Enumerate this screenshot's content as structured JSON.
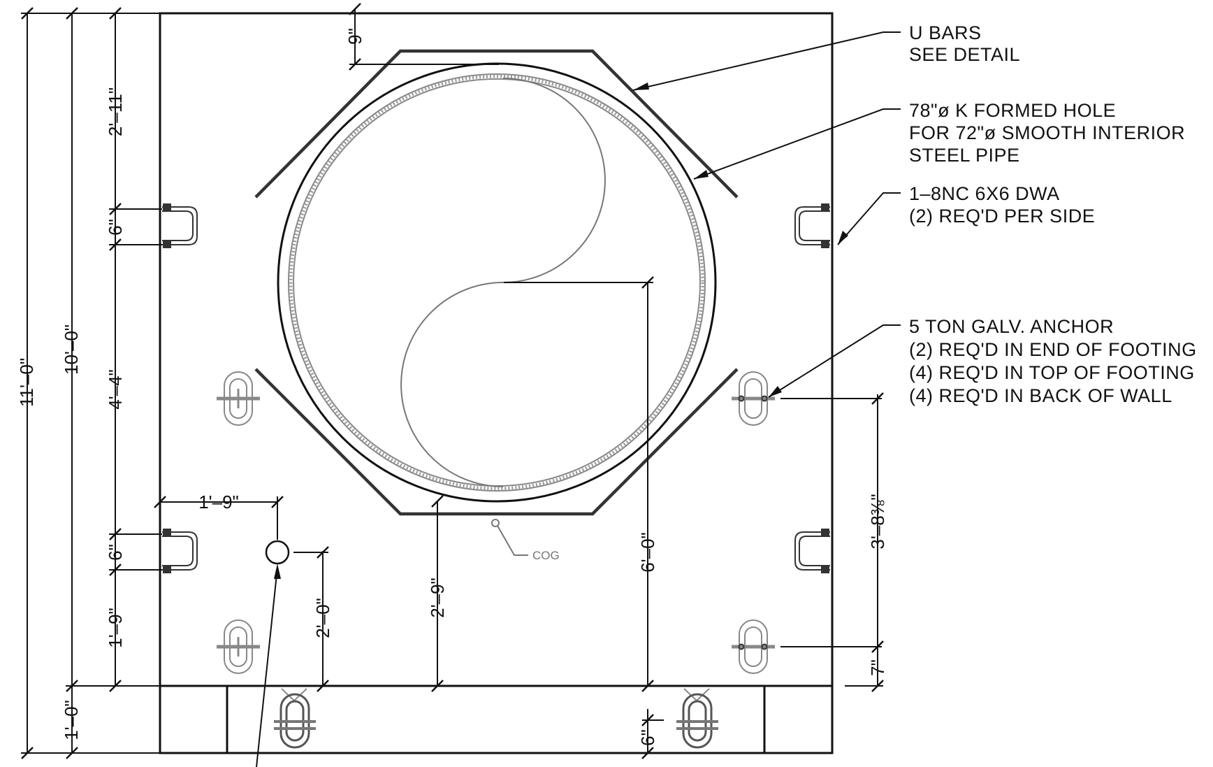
{
  "notes": {
    "u_bars": [
      "U  BARS",
      "SEE  DETAIL"
    ],
    "formed_hole": [
      "78\"ø  K  FORMED  HOLE",
      "FOR  72\"ø  SMOOTH  INTERIOR",
      "STEEL  PIPE"
    ],
    "dwa": [
      "1–8NC  6X6  DWA",
      "(2)  REQ'D  PER  SIDE"
    ],
    "anchor": [
      "5  TON  GALV.  ANCHOR",
      "(2)  REQ'D  IN  END  OF  FOOTING",
      "(4)  REQ'D  IN  TOP  OF  FOOTING",
      "(4)  REQ'D  IN  BACK  OF  WALL"
    ],
    "cog": "COG"
  },
  "dims": {
    "overall_height": "11'–0\"",
    "wall_height": "10'–0\"",
    "footing": "1'–0\"",
    "top_to_ubar": "2'–11\"",
    "ubar_top": "6\"",
    "ubar_gap": "4'–4\"",
    "ubar_bottom": "6\"",
    "bottom_to_footing": "1'–9\"",
    "hole_offset": "9\"",
    "hole_x": "1'–9\"",
    "hole_y": "2'–0\"",
    "pipe_bottom": "2'–9\"",
    "pipe_center": "6'–0\"",
    "anchor_spacing": "3'–8⅜\"",
    "anchor_bottom": "7\"",
    "footing_anchor": "6\""
  }
}
